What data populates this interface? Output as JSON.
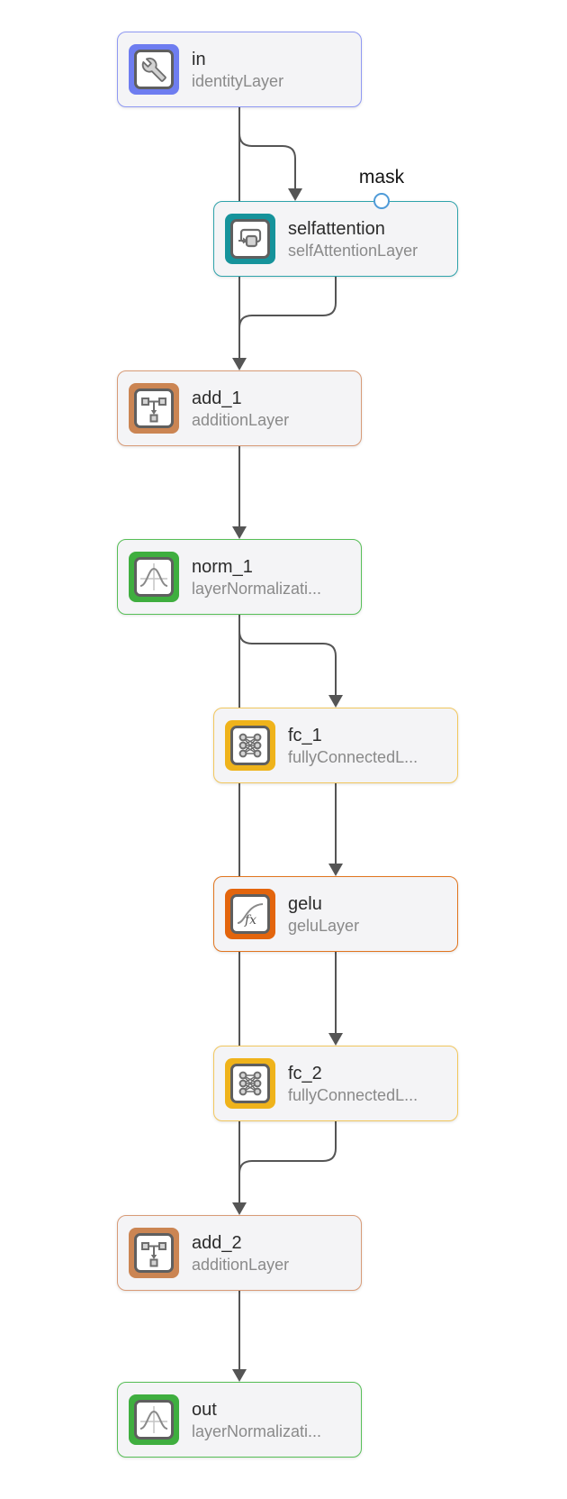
{
  "diagram": {
    "kind": "layer-graph",
    "mask_port_label": "mask",
    "nodes": [
      {
        "name": "in",
        "type": "identityLayer",
        "icon": "wrench-icon",
        "accent": "#6e7df0"
      },
      {
        "name": "selfattention",
        "type": "selfAttentionLayer",
        "icon": "attention-loop-icon",
        "accent": "#16939b",
        "extra_input": "mask"
      },
      {
        "name": "add_1",
        "type": "additionLayer",
        "icon": "addition-tree-icon",
        "accent": "#cb8553"
      },
      {
        "name": "norm_1",
        "type": "layerNormalizati...",
        "icon": "bell-curve-icon",
        "accent": "#3fae3f"
      },
      {
        "name": "fc_1",
        "type": "fullyConnectedL...",
        "icon": "fully-connected-icon",
        "accent": "#efb31b"
      },
      {
        "name": "gelu",
        "type": "geluLayer",
        "icon": "fx-curve-icon",
        "accent": "#e3650d"
      },
      {
        "name": "fc_2",
        "type": "fullyConnectedL...",
        "icon": "fully-connected-icon",
        "accent": "#efb31b"
      },
      {
        "name": "add_2",
        "type": "additionLayer",
        "icon": "addition-tree-icon",
        "accent": "#cb8553"
      },
      {
        "name": "out",
        "type": "layerNormalizati...",
        "icon": "bell-curve-icon",
        "accent": "#3fae3f"
      }
    ],
    "edges": [
      {
        "from": "in",
        "to": "selfattention"
      },
      {
        "from": "in",
        "to": "add_1"
      },
      {
        "from": "selfattention",
        "to": "add_1"
      },
      {
        "from": "add_1",
        "to": "norm_1"
      },
      {
        "from": "norm_1",
        "to": "fc_1"
      },
      {
        "from": "norm_1",
        "to": "add_2"
      },
      {
        "from": "fc_1",
        "to": "gelu"
      },
      {
        "from": "gelu",
        "to": "fc_2"
      },
      {
        "from": "fc_2",
        "to": "add_2"
      },
      {
        "from": "add_2",
        "to": "out"
      }
    ],
    "colors": {
      "edge": "#555555",
      "node_fill": "#f4f4f6",
      "mask_port_ring": "#4f9bd8",
      "title_text": "#2b2b2b",
      "type_text": "#8a8a8a"
    }
  }
}
